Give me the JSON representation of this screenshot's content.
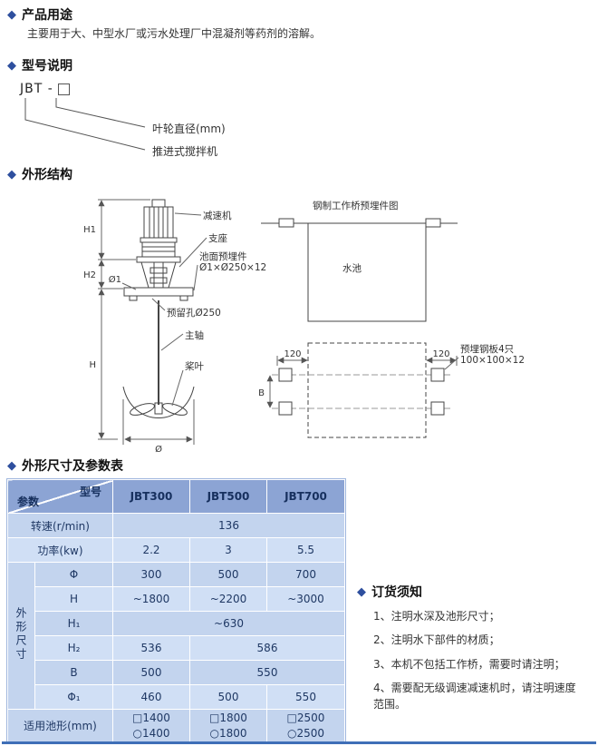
{
  "page": {
    "accent_color": "#2E4F9E",
    "bottom_rule_color": "#3F6FB7"
  },
  "sections": {
    "usage": {
      "title": "产品用途",
      "body": "主要用于大、中型水厂或污水处理厂中混凝剂等药剂的溶解。"
    },
    "model": {
      "title": "型号说明",
      "code_prefix": "JBT -",
      "impeller_label": "叶轮直径(mm)",
      "machine_label": "推进式搅拌机"
    },
    "structure": {
      "title": "外形结构",
      "mixer": {
        "reducer": "减速机",
        "support": "支座",
        "surface_plate_line1": "池面预埋件",
        "surface_plate_line2": "Ø1×Ø250×12",
        "reserved_hole": "预留孔Ø250",
        "main_shaft": "主轴",
        "blade": "桨叶",
        "dim_h1": "H1",
        "dim_h2": "H2",
        "dim_h": "H",
        "dim_phi1": "Ø1",
        "dim_phi": "Ø"
      },
      "bridge": {
        "title": "钢制工作桥预埋件图",
        "pool": "水池",
        "dim_left": "120",
        "dim_right": "120",
        "dim_b": "B",
        "plates_line1": "预埋钢板4只",
        "plates_line2": "100×100×12"
      }
    },
    "table": {
      "title": "外形尺寸及参数表",
      "corner": {
        "top": "型号",
        "bottom": "参数"
      },
      "columns": [
        "JBT300",
        "JBT500",
        "JBT700"
      ],
      "rows": {
        "speed": {
          "label": "转速(r/min)",
          "value": "136"
        },
        "power": {
          "label": "功率(kw)",
          "values": [
            "2.2",
            "3",
            "5.5"
          ]
        },
        "group_label": "外形尺寸",
        "phi": {
          "label": "Φ",
          "values": [
            "300",
            "500",
            "700"
          ]
        },
        "h": {
          "label": "H",
          "values": [
            "~1800",
            "~2200",
            "~3000"
          ]
        },
        "h1": {
          "label": "H₁",
          "value": "~630"
        },
        "h2": {
          "label": "H₂",
          "values": [
            "536",
            "586"
          ]
        },
        "b": {
          "label": "B",
          "values": [
            "500",
            "550"
          ]
        },
        "phi1": {
          "label": "Φ₁",
          "values": [
            "460",
            "500",
            "550"
          ]
        },
        "pool": {
          "label": "适用池形(mm)",
          "values": [
            [
              "□1400",
              "○1400"
            ],
            [
              "□1800",
              "○1800"
            ],
            [
              "□2500",
              "○2500"
            ]
          ]
        }
      }
    },
    "ordering": {
      "title": "订货须知",
      "items": [
        "1、注明水深及池形尺寸；",
        "2、注明水下部件的材质；",
        "3、本机不包括工作桥，需要时请注明；",
        "4、需要配无级调速减速机时，请注明速度范围。"
      ]
    }
  }
}
